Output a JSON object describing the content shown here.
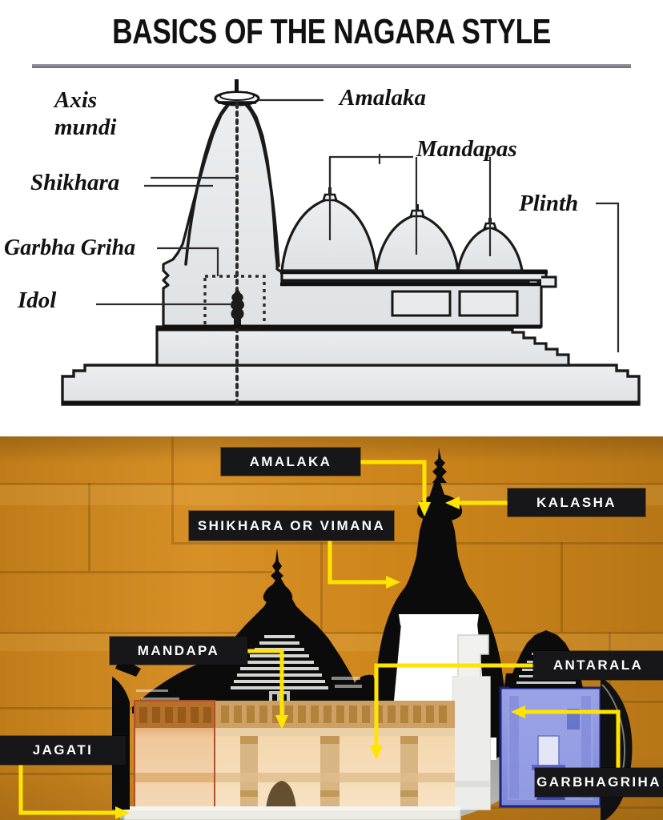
{
  "top_diagram": {
    "title": "BASICS OF THE NAGARA STYLE",
    "labels_left": [
      {
        "id": "axis-mundi",
        "line1": "Axis",
        "line2": "mundi"
      },
      {
        "id": "shikhara",
        "text": "Shikhara"
      },
      {
        "id": "garbha-griha",
        "text": "Garbha Griha"
      },
      {
        "id": "idol",
        "text": "Idol"
      }
    ],
    "labels_right": [
      {
        "id": "amalaka",
        "text": "Amalaka"
      },
      {
        "id": "mandapas",
        "text": "Mandapas"
      },
      {
        "id": "plinth",
        "text": "Plinth"
      }
    ],
    "colors": {
      "stone_fill": "#e6e8ea",
      "outline": "#1a1a1a",
      "rule": "#7d7d86",
      "title": "#111111"
    }
  },
  "bottom_photo": {
    "tags": [
      {
        "id": "amalaka",
        "text": "AMALAKA"
      },
      {
        "id": "kalasha",
        "text": "KALASHA"
      },
      {
        "id": "shikhara-or-vimana",
        "text": "SHIKHARA OR VIMANA"
      },
      {
        "id": "mandapa",
        "text": "MANDAPA"
      },
      {
        "id": "antarala",
        "text": "ANTARALA"
      },
      {
        "id": "jagati",
        "text": "JAGATI"
      },
      {
        "id": "garbhagriha",
        "text": "GARBHAGRIHA"
      }
    ],
    "colors": {
      "background_wood": "#d58a1b",
      "tag_background": "#17171a",
      "tag_text": "#fdfdfd",
      "leader_line": "#ffe400",
      "temple_silhouette": "#0b0b0b",
      "shikhara_section": "#ffffff",
      "garbhagriha_chamber": "#8f97dd",
      "mandapa_section": "#f2d0a4",
      "jagati_plinth": "#e9e9e4",
      "rock_base": "#9a9a96"
    }
  }
}
